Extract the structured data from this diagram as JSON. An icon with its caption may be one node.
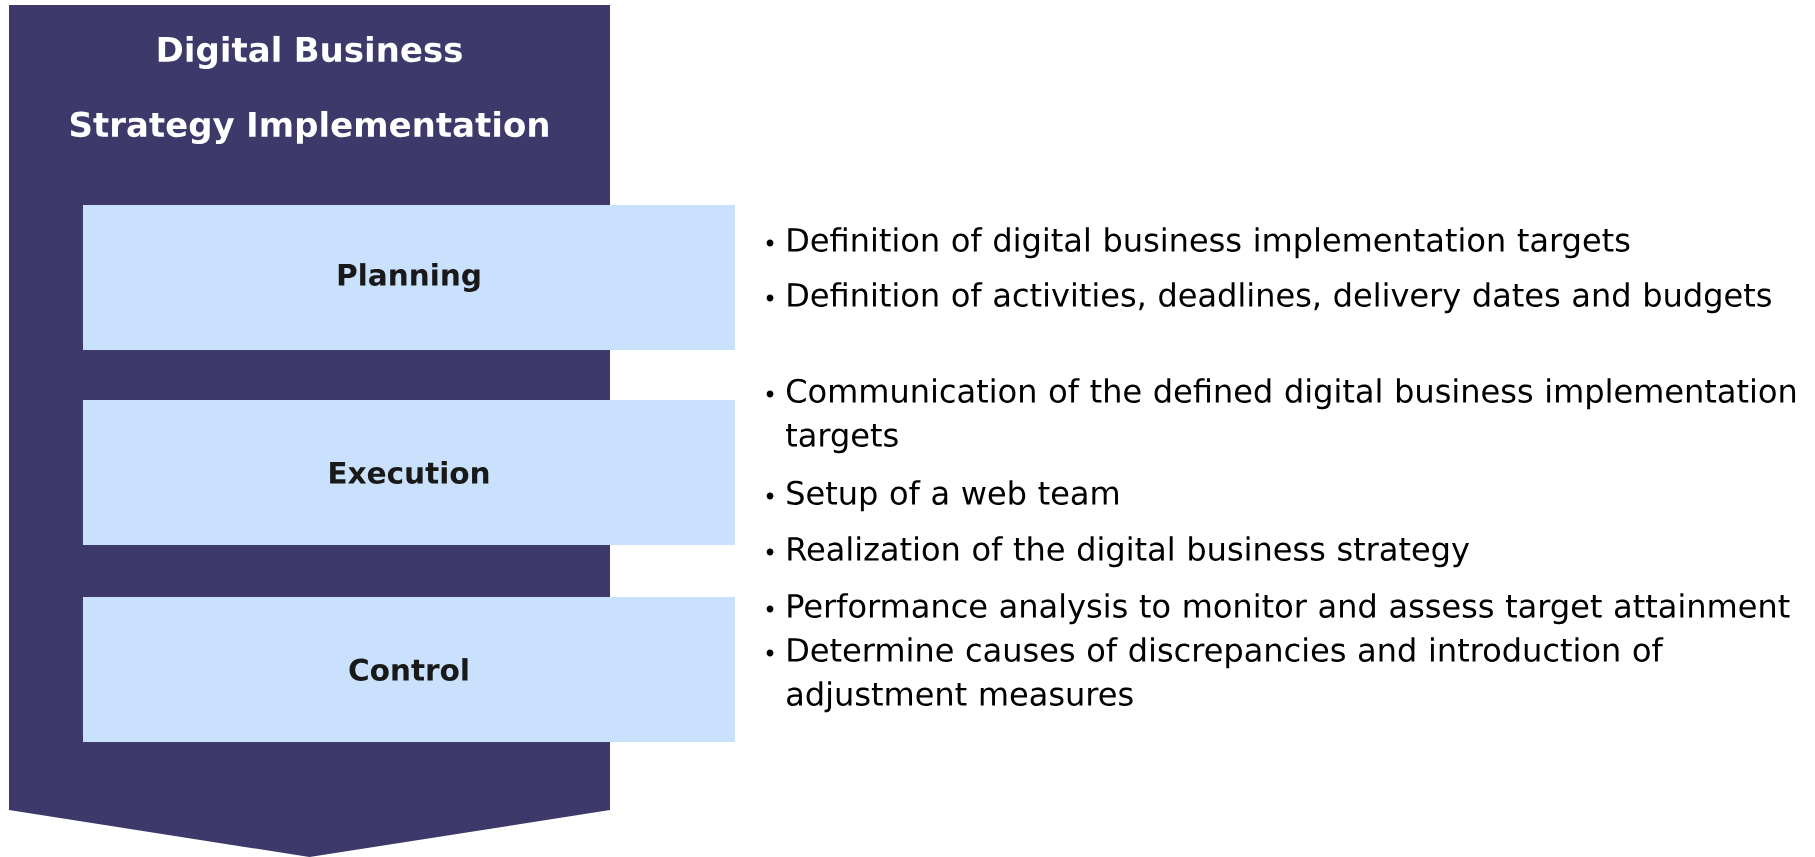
{
  "diagram": {
    "nodes": [
      {
        "text": [
          "Digital Business Strategy Implementation"
        ]
      },
      {
        "text": [
          "Planning"
        ],
        "beside": [
          "Definition of digital business implementation targets",
          "Definition of activities, deadlines, delivery dates and budgets"
        ]
      },
      {
        "text": [
          "Execution"
        ],
        "beside": [
          "Communication of the defined digital business implementation targets",
          "Setup of a web team",
          "Realization of the digital business strategy"
        ]
      },
      {
        "text": [
          "Control"
        ],
        "beside": [
          "Performance analysis to monitor and assess target attainment",
          "Determine causes of discrepancies and introduction of adjustment measures"
        ]
      }
    ],
    "edges": []
  }
}
